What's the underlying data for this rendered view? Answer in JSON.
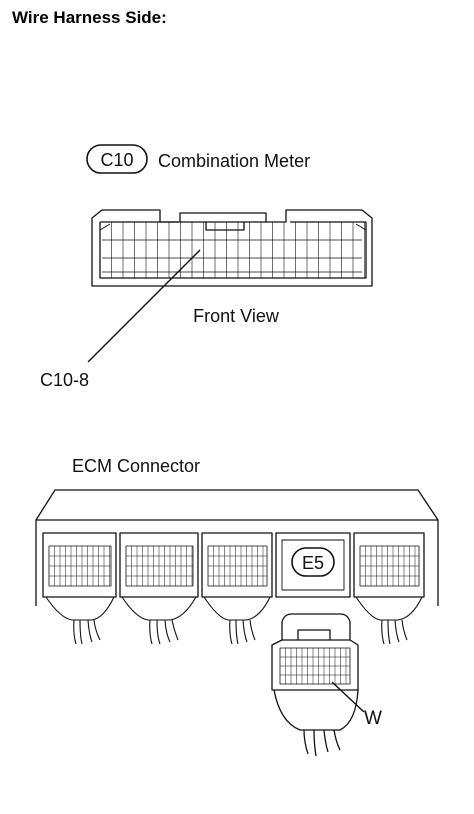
{
  "title": "Wire Harness Side:",
  "c10": {
    "badge": "C10",
    "name": "Combination Meter",
    "view_label": "Front View",
    "pin_label": "C10-8"
  },
  "ecm": {
    "label": "ECM Connector",
    "badge": "E5",
    "wire_label": "W"
  }
}
